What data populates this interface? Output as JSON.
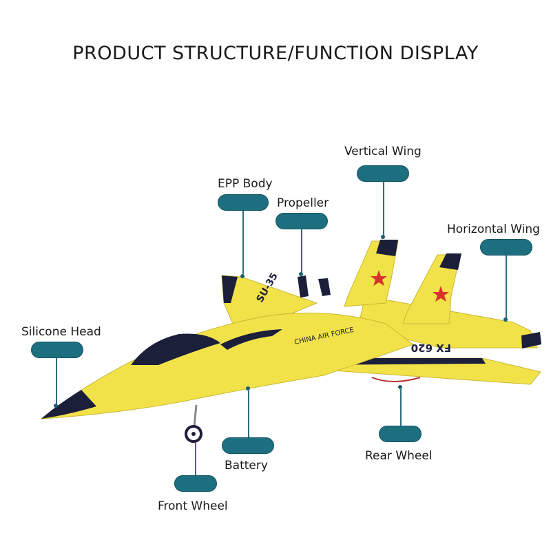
{
  "title": "PRODUCT STRUCTURE/FUNCTION DISPLAY",
  "labels": {
    "vertical_wing": "Vertical Wing",
    "epp_body": "EPP Body",
    "propeller": "Propeller",
    "horizontal_wing": "Horizontal Wing",
    "silicone_head": "Silicone Head",
    "battery": "Battery",
    "rear_wheel": "Rear Wheel",
    "front_wheel": "Front Wheel"
  },
  "plane_markings": {
    "nose_text": "SU-35",
    "fuselage_text": "CHINA AIR FORCE",
    "wing_text": "FX 620"
  },
  "colors": {
    "body": "#f2e24a",
    "accent": "#1b1f3a",
    "star": "#d8322c",
    "pill": "#1d6f80"
  }
}
